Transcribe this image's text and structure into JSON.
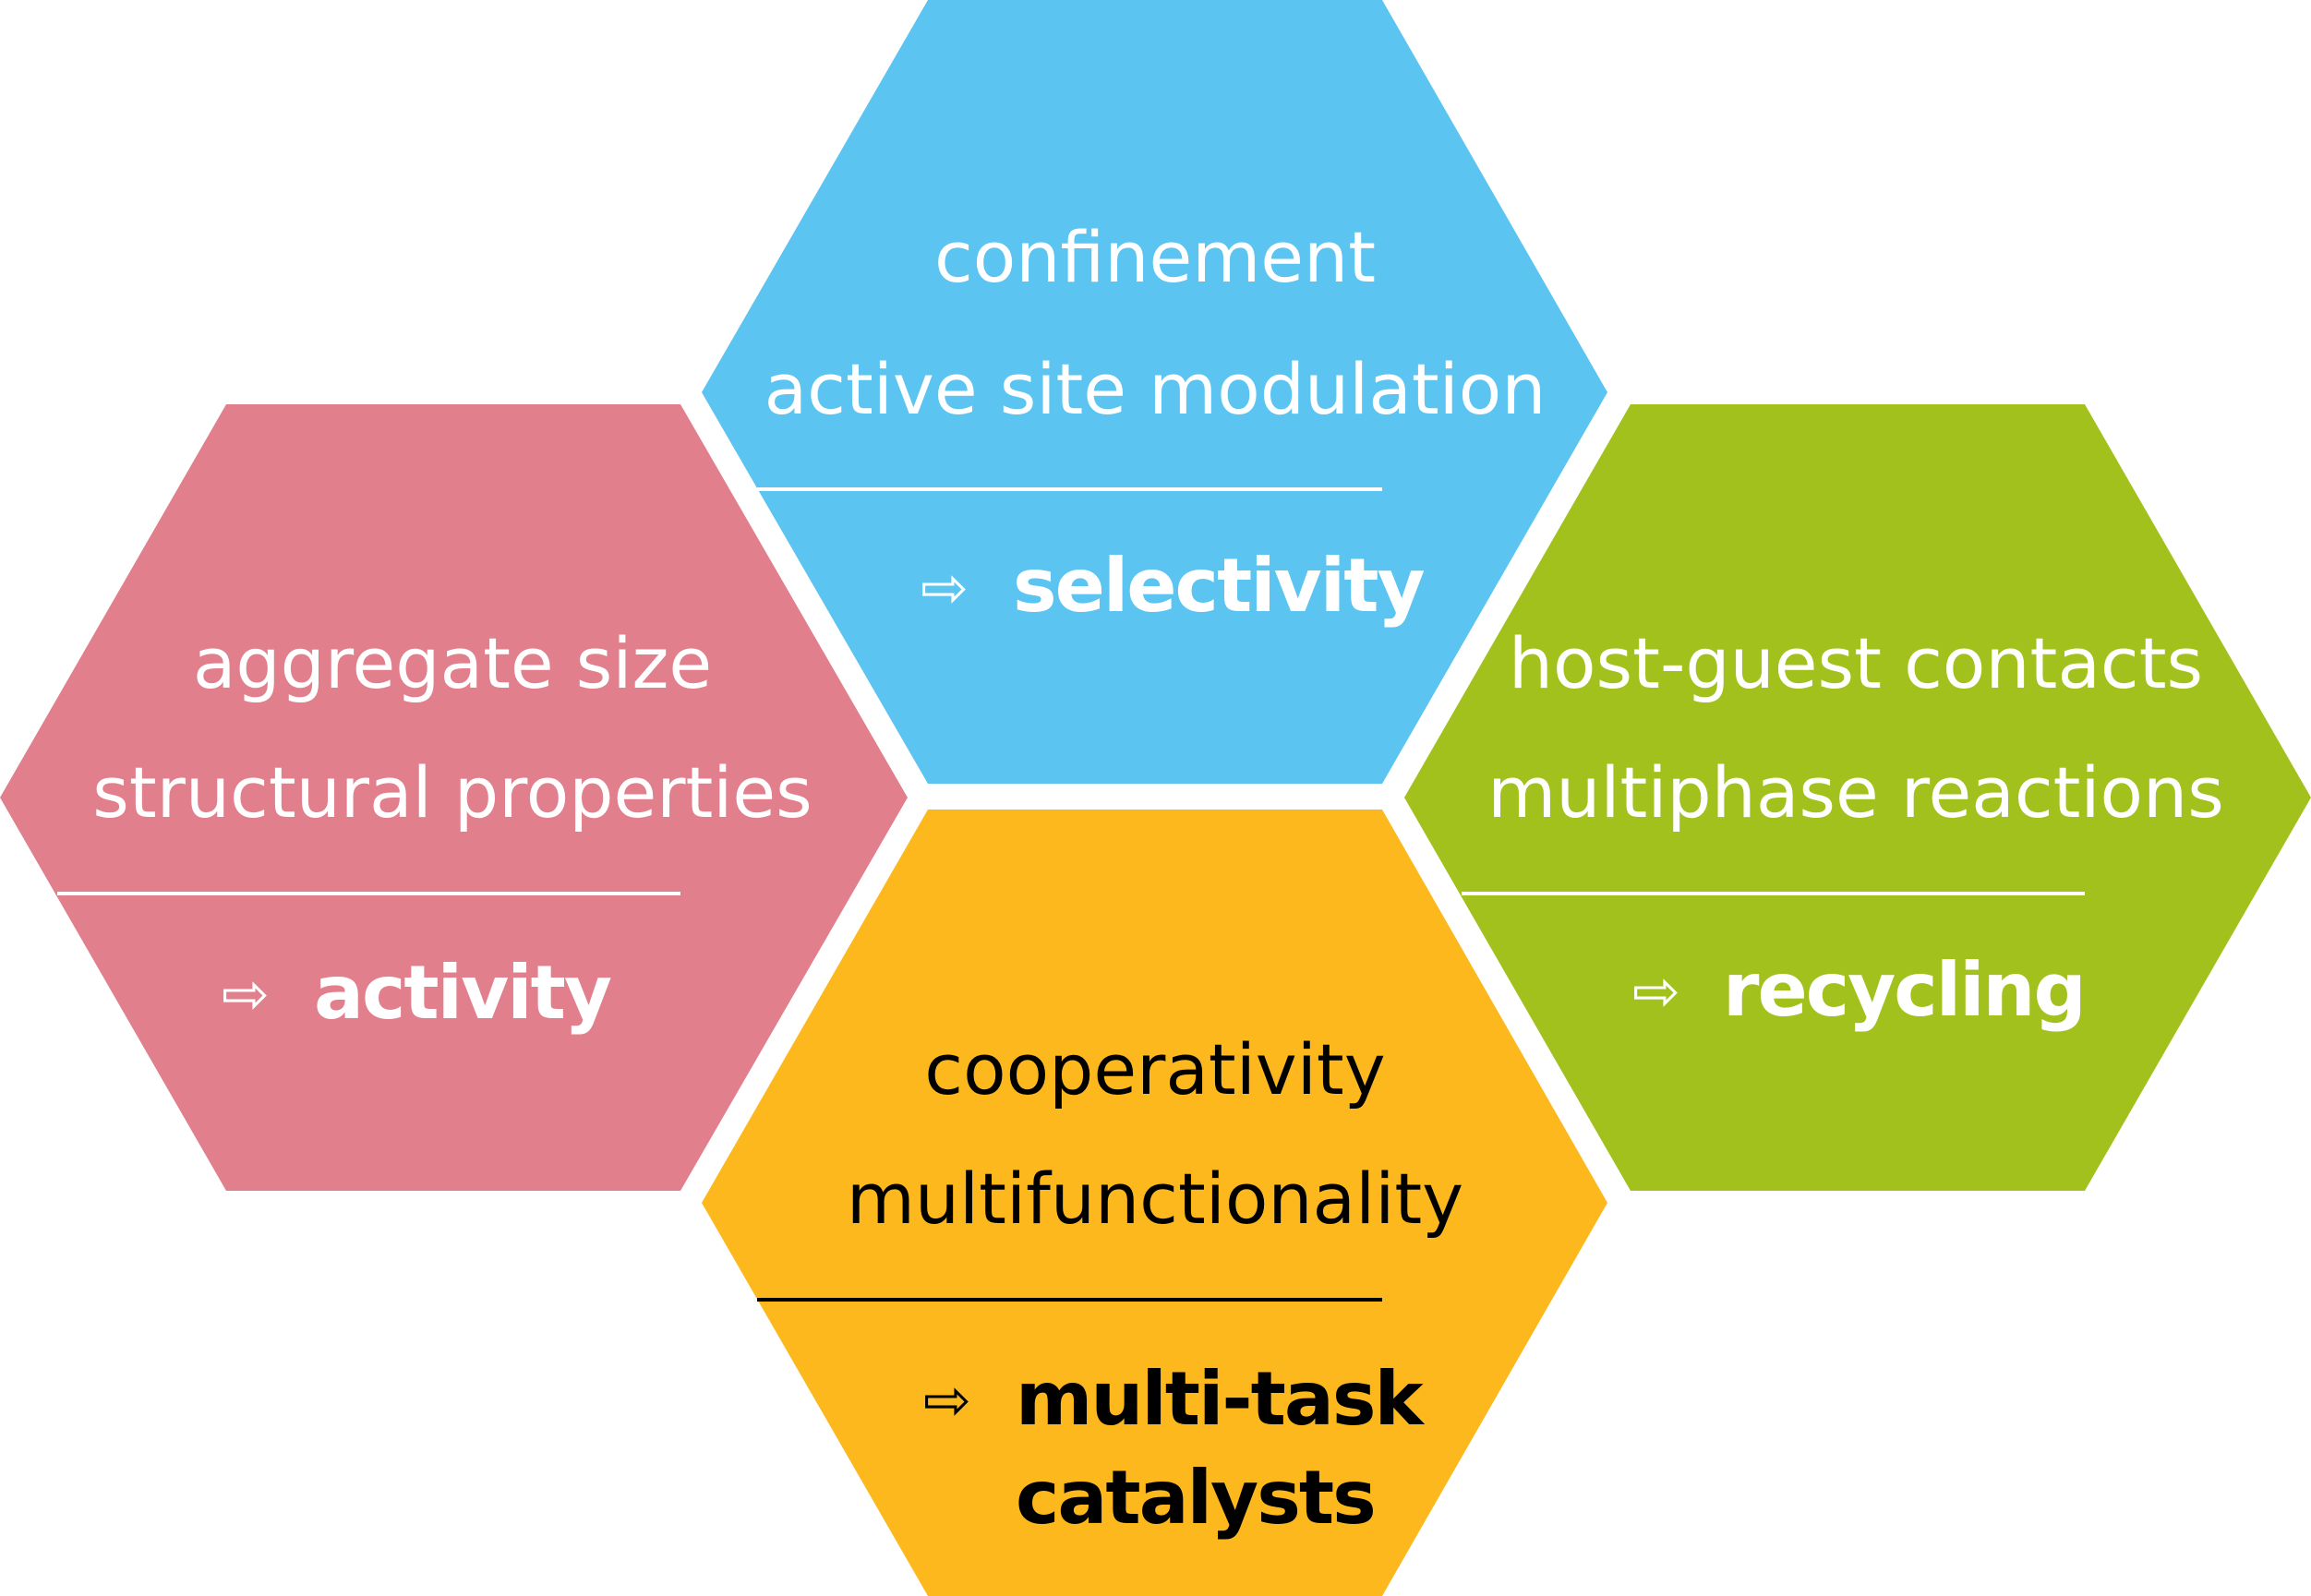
{
  "hexagons": [
    {
      "id": "selectivity",
      "color": "#5BC4F1",
      "text_color": "#ffffff",
      "lines": [
        "confinement",
        "active site modulation"
      ],
      "arrow": "⇨",
      "outcome": [
        "selectivity"
      ]
    },
    {
      "id": "activity",
      "color": "#E1808C",
      "text_color": "#ffffff",
      "lines": [
        "aggregate size",
        "structural properties"
      ],
      "arrow": "⇨",
      "outcome": [
        "activity"
      ]
    },
    {
      "id": "recycling",
      "color": "#A2C11C",
      "text_color": "#ffffff",
      "lines": [
        "host-guest contacts",
        "multiphase reactions"
      ],
      "arrow": "⇨",
      "outcome": [
        "recycling"
      ]
    },
    {
      "id": "multitask",
      "color": "#FDB81E",
      "text_color": "#000000",
      "lines": [
        "cooperativity",
        "multifunctionality"
      ],
      "arrow": "⇨",
      "outcome": [
        "multi-task",
        "catalysts"
      ]
    }
  ]
}
